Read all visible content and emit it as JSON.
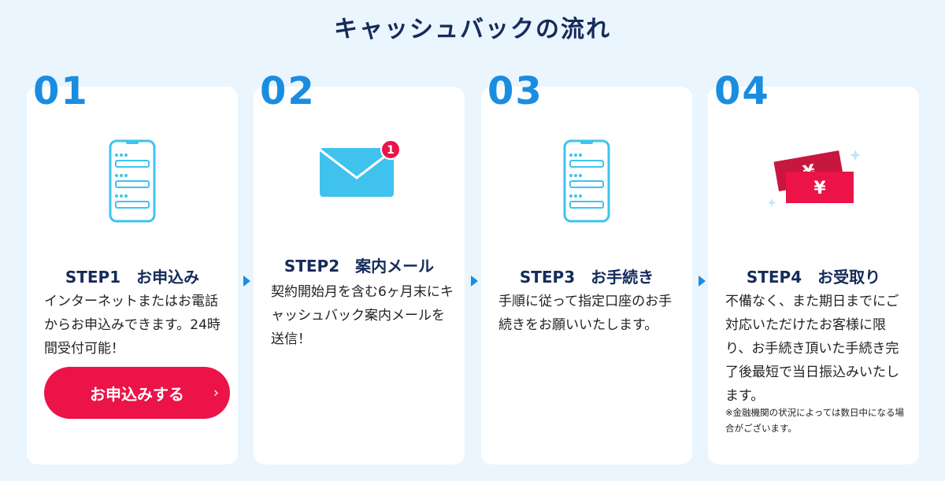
{
  "page": {
    "title": "キャッシュバックの流れ"
  },
  "steps": [
    {
      "number": "01",
      "title": "STEP1　お申込み",
      "icon": "smartphone-form-icon",
      "description": "インターネットまたはお電話からお申込みできます。24時間受付可能！",
      "button_label": "お申込みする",
      "button_chevron": "›"
    },
    {
      "number": "02",
      "title": "STEP2　案内メール",
      "icon": "mail-notification-icon",
      "badge": "1",
      "description": "契約開始月を含む6ヶ月末にキャッシュバック案内メールを送信！"
    },
    {
      "number": "03",
      "title": "STEP3　お手続き",
      "icon": "smartphone-form-icon",
      "description": "手順に従って指定口座のお手続きをお願いいたします。"
    },
    {
      "number": "04",
      "title": "STEP4　お受取り",
      "icon": "yen-bills-icon",
      "bill_symbol": "¥",
      "description": "不備なく、また期日までにご対応いただけたお客様に限り、お手続き頂いた手続き完了後最短で当日振込みいたします。",
      "note": "※金融機関の状況によっては数日中になる場合がございます。"
    }
  ],
  "colors": {
    "background": "#eaf5fd",
    "accent_blue": "#1a8de0",
    "title_navy": "#152b5a",
    "cta_red": "#eb1348",
    "icon_cyan": "#3fc3ee"
  }
}
